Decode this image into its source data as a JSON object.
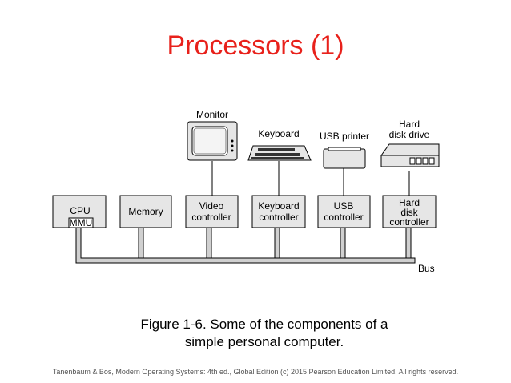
{
  "slide": {
    "title": "Processors (1)",
    "caption_line1": "Figure 1-6. Some of the components of a",
    "caption_line2": "simple personal computer.",
    "footer": "Tanenbaum & Bos, Modern  Operating Systems: 4th ed., Global Edition (c) 2015 Pearson Education Limited. All rights reserved."
  },
  "diagram": {
    "controllers": {
      "cpu": "CPU",
      "mmu": "MMU",
      "memory": "Memory",
      "video_1": "Video",
      "video_2": "controller",
      "keyboard_1": "Keyboard",
      "keyboard_2": "controller",
      "usb_1": "USB",
      "usb_2": "controller",
      "hd_1": "Hard",
      "hd_2": "disk",
      "hd_3": "controller"
    },
    "devices": {
      "monitor": "Monitor",
      "keyboard": "Keyboard",
      "usb_printer": "USB printer",
      "hard_disk_1": "Hard",
      "hard_disk_2": "disk drive"
    },
    "bus_label": "Bus"
  },
  "colors": {
    "title": "#e8211b",
    "box_fill": "#e6e6e6",
    "bus_fill": "#d0d0d0"
  }
}
